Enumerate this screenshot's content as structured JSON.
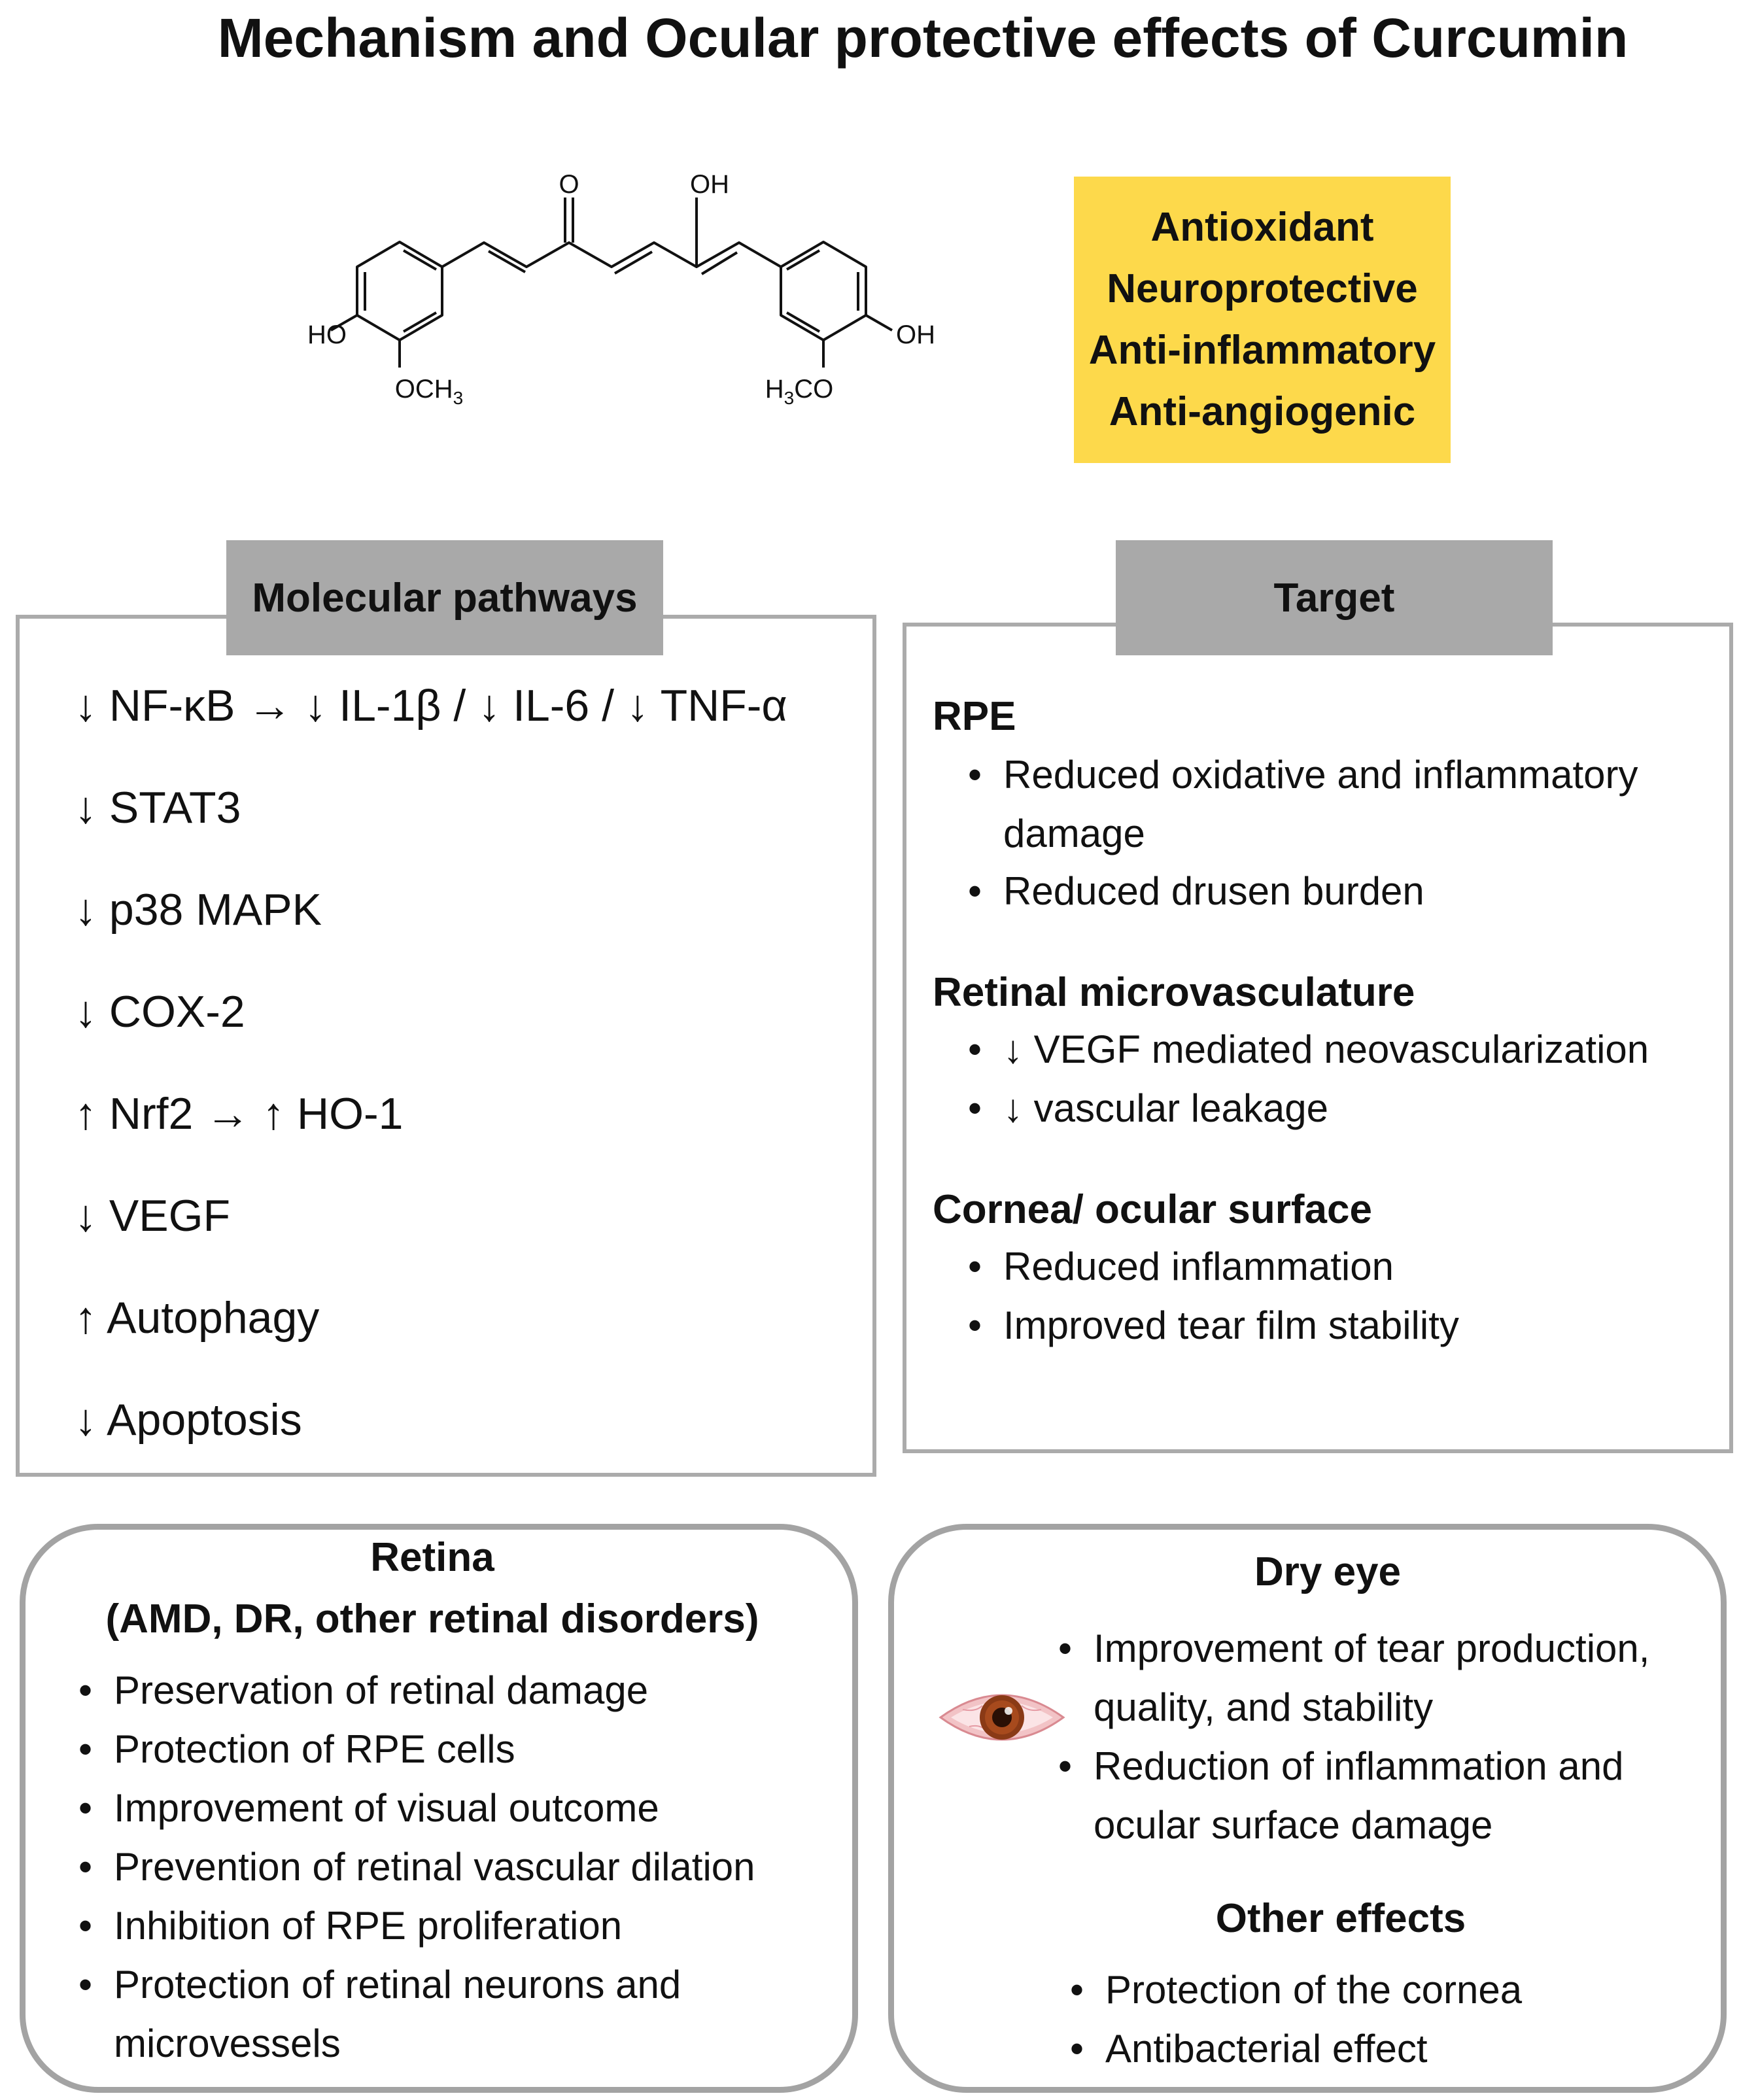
{
  "title": "Mechanism and Ocular protective effects of Curcumin",
  "molecule": {
    "label_o": "O",
    "label_oh_top": "OH",
    "label_ho_left": "HO",
    "label_och3": "OCH",
    "label_och3_sub": "3",
    "label_h3co_h": "H",
    "label_h3co_sub": "3",
    "label_h3co_co": "CO",
    "label_oh_right": "OH"
  },
  "properties": [
    "Antioxidant",
    "Neuroprotective",
    "Anti-inflammatory",
    "Anti-angiogenic"
  ],
  "properties_color": "#FDD94B",
  "molecular_pathways": {
    "header": "Molecular pathways",
    "items": [
      "↓ NF-κB → ↓ IL-1β / ↓ IL-6 / ↓ TNF-α",
      "↓ STAT3",
      "↓ p38 MAPK",
      "↓ COX-2",
      "↑ Nrf2 → ↑ HO-1",
      "↓ VEGF",
      "↑ Autophagy",
      "↓ Apoptosis"
    ]
  },
  "target": {
    "header": "Target",
    "sections": [
      {
        "title": "RPE",
        "bullets": [
          "Reduced oxidative and inflammatory damage",
          "Reduced drusen burden"
        ]
      },
      {
        "title": "Retinal microvasculature",
        "bullets": [
          "↓ VEGF mediated neovascularization",
          "↓ vascular leakage"
        ]
      },
      {
        "title": "Cornea/ ocular surface",
        "bullets": [
          "Reduced inflammation",
          "Improved tear film stability"
        ]
      }
    ]
  },
  "retina": {
    "title": "Retina",
    "subtitle": "(AMD, DR, other retinal disorders)",
    "bullets": [
      "Preservation of retinal damage",
      "Protection of RPE cells",
      "Improvement of visual outcome",
      "Prevention of retinal vascular dilation",
      "Inhibition of RPE proliferation",
      "Protection of retinal neurons and microvessels"
    ]
  },
  "dry_eye": {
    "title": "Dry eye",
    "bullets": [
      "Improvement of tear production, quality, and stability",
      "Reduction of inflammation and ocular surface damage"
    ]
  },
  "other_effects": {
    "title": "Other effects",
    "bullets": [
      "Protection of the cornea",
      "Antibacterial effect"
    ]
  },
  "bullet_symbol": "•"
}
